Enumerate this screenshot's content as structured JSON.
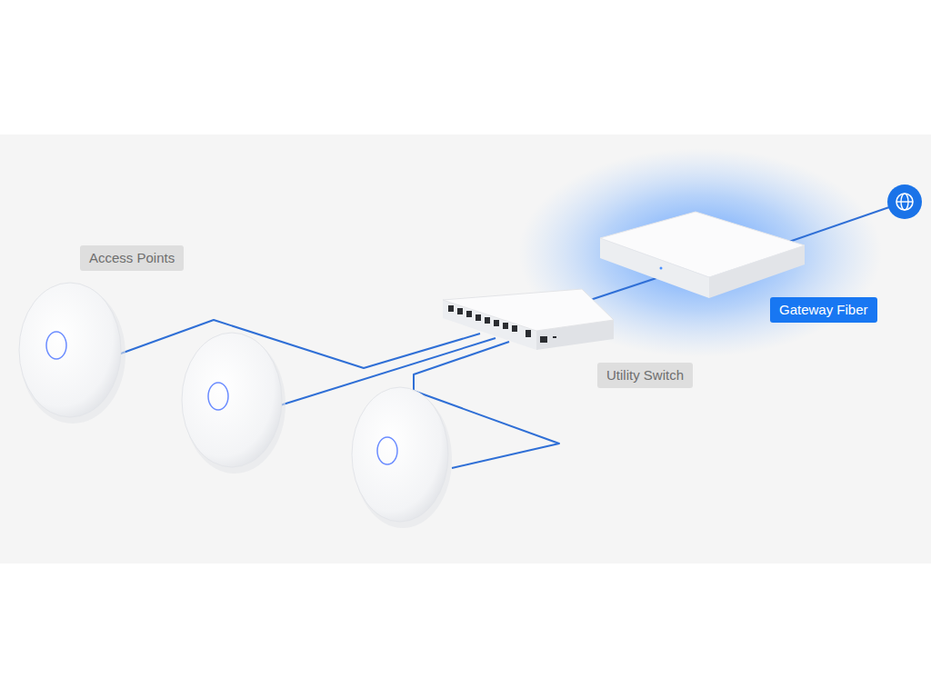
{
  "diagram": {
    "nodes": [
      {
        "text": [
          "Access Points"
        ]
      },
      {
        "text": [
          "Utility Switch"
        ]
      },
      {
        "text": [
          "Gateway Fiber"
        ]
      }
    ]
  }
}
